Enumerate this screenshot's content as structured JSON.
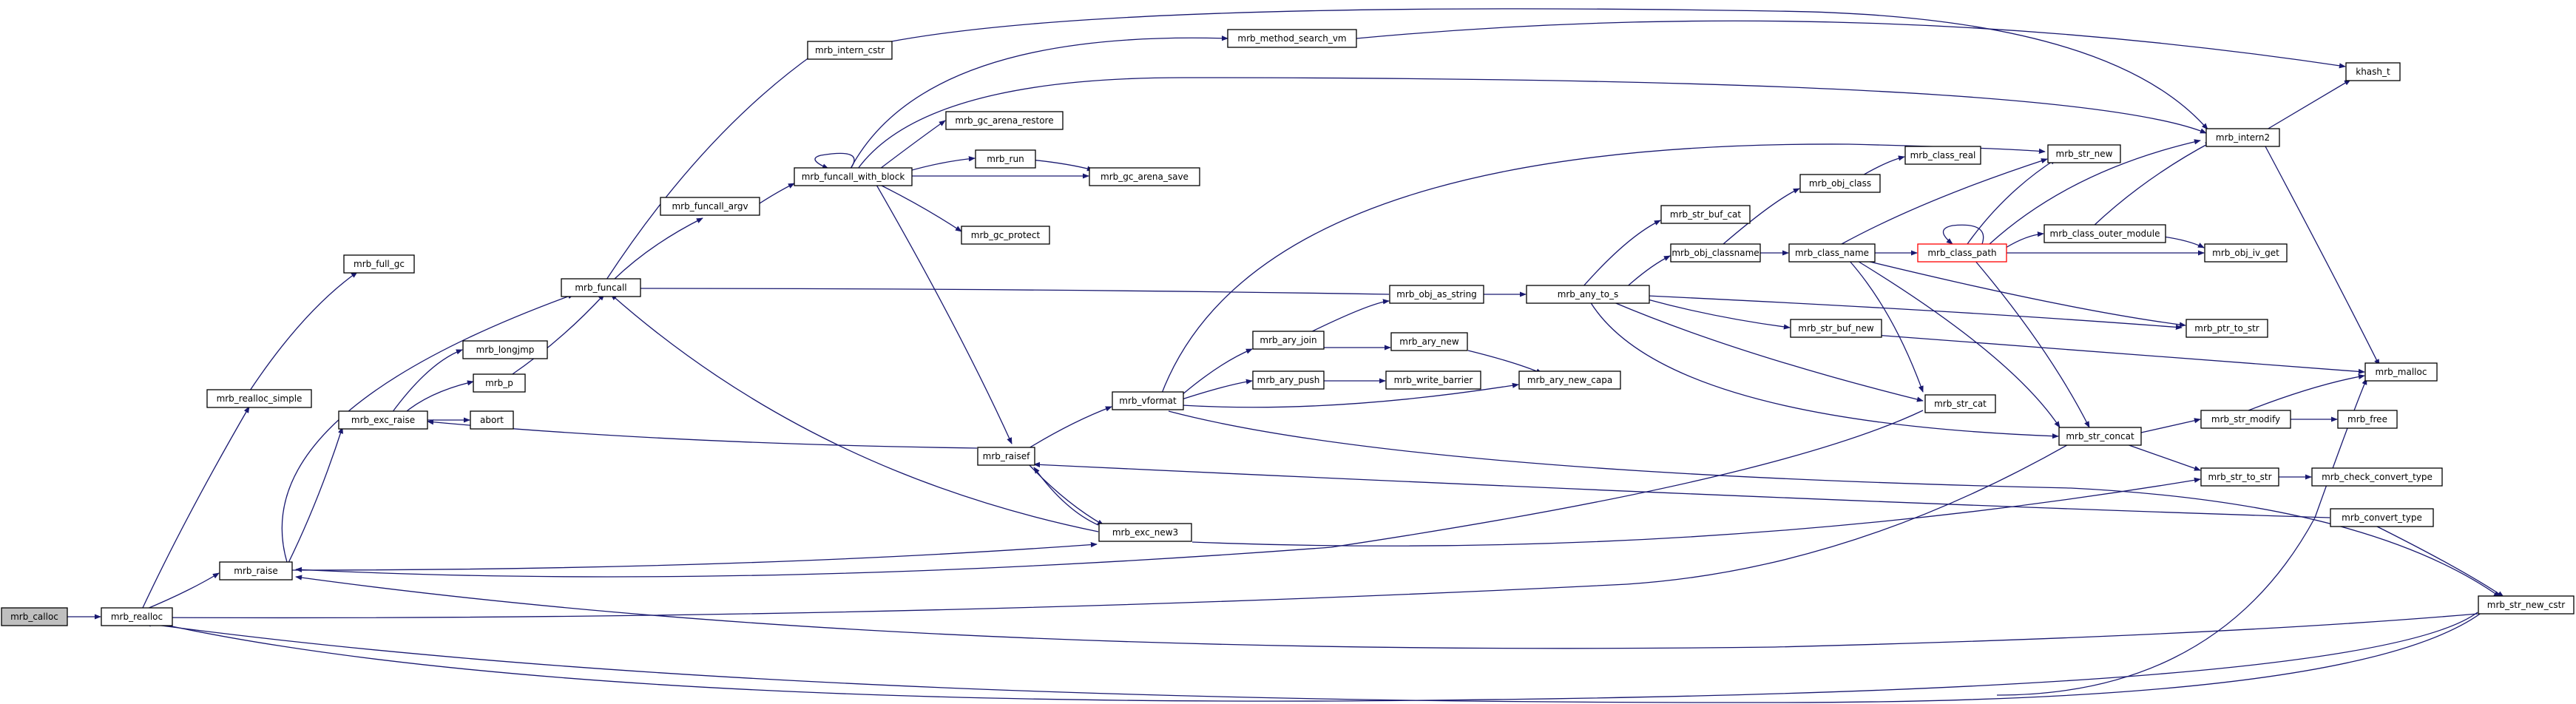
{
  "nodes": {
    "mrb_calloc": "mrb_calloc",
    "mrb_realloc": "mrb_realloc",
    "mrb_realloc_simple": "mrb_realloc_simple",
    "mrb_full_gc": "mrb_full_gc",
    "mrb_raise": "mrb_raise",
    "mrb_exc_raise": "mrb_exc_raise",
    "mrb_longjmp": "mrb_longjmp",
    "mrb_p": "mrb_p",
    "abort": "abort",
    "mrb_funcall": "mrb_funcall",
    "mrb_funcall_argv": "mrb_funcall_argv",
    "mrb_intern_cstr": "mrb_intern_cstr",
    "mrb_funcall_with_block": "mrb_funcall_with_block",
    "mrb_gc_arena_restore": "mrb_gc_arena_restore",
    "mrb_run": "mrb_run",
    "mrb_gc_arena_save": "mrb_gc_arena_save",
    "mrb_gc_protect": "mrb_gc_protect",
    "mrb_method_search_vm": "mrb_method_search_vm",
    "mrb_raisef": "mrb_raisef",
    "mrb_exc_new3": "mrb_exc_new3",
    "mrb_vformat": "mrb_vformat",
    "mrb_ary_join": "mrb_ary_join",
    "mrb_ary_push": "mrb_ary_push",
    "mrb_ary_new": "mrb_ary_new",
    "mrb_write_barrier": "mrb_write_barrier",
    "mrb_ary_new_capa": "mrb_ary_new_capa",
    "mrb_obj_as_string": "mrb_obj_as_string",
    "mrb_any_to_s": "mrb_any_to_s",
    "mrb_str_buf_cat": "mrb_str_buf_cat",
    "mrb_obj_classname": "mrb_obj_classname",
    "mrb_obj_class": "mrb_obj_class",
    "mrb_class_real": "mrb_class_real",
    "mrb_class_name": "mrb_class_name",
    "mrb_class_path": "mrb_class_path",
    "mrb_str_new": "mrb_str_new",
    "mrb_intern2": "mrb_intern2",
    "khash_t": "khash_t",
    "mrb_class_outer_module": "mrb_class_outer_module",
    "mrb_obj_iv_get": "mrb_obj_iv_get",
    "mrb_ptr_to_str": "mrb_ptr_to_str",
    "mrb_str_buf_new": "mrb_str_buf_new",
    "mrb_str_cat": "mrb_str_cat",
    "mrb_str_concat": "mrb_str_concat",
    "mrb_str_modify": "mrb_str_modify",
    "mrb_malloc": "mrb_malloc",
    "mrb_free": "mrb_free",
    "mrb_str_to_str": "mrb_str_to_str",
    "mrb_check_convert_type": "mrb_check_convert_type",
    "mrb_convert_type": "mrb_convert_type",
    "mrb_str_new_cstr": "mrb_str_new_cstr"
  },
  "edge_color": "#191970",
  "highlight_fill": "#bfbfbf",
  "flagged_border": "#ff0000"
}
